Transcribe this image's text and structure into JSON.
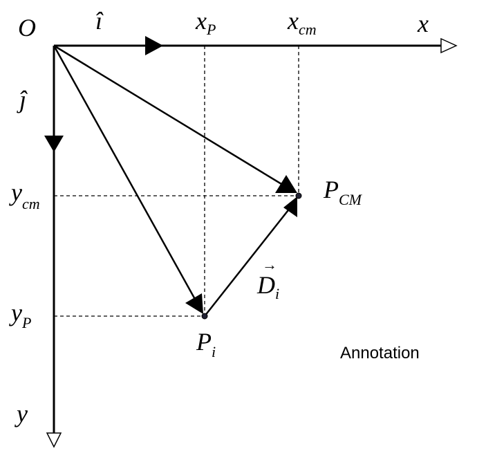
{
  "diagram": {
    "origin_label": "O",
    "x_axis_label": "x",
    "y_axis_label": "y",
    "unit_i": "î",
    "unit_j": "ĵ",
    "xp_base": "x",
    "xp_sub": "P",
    "xcm_base": "x",
    "xcm_sub": "cm",
    "ycm_base": "y",
    "ycm_sub": "cm",
    "yp_base": "y",
    "yp_sub": "P",
    "pcm_base": "P",
    "pcm_sub": "CM",
    "pi_base": "P",
    "pi_sub": "i",
    "d_base": "D",
    "d_sub": "i",
    "d_arrow": "→",
    "annotation": "Annotation"
  }
}
